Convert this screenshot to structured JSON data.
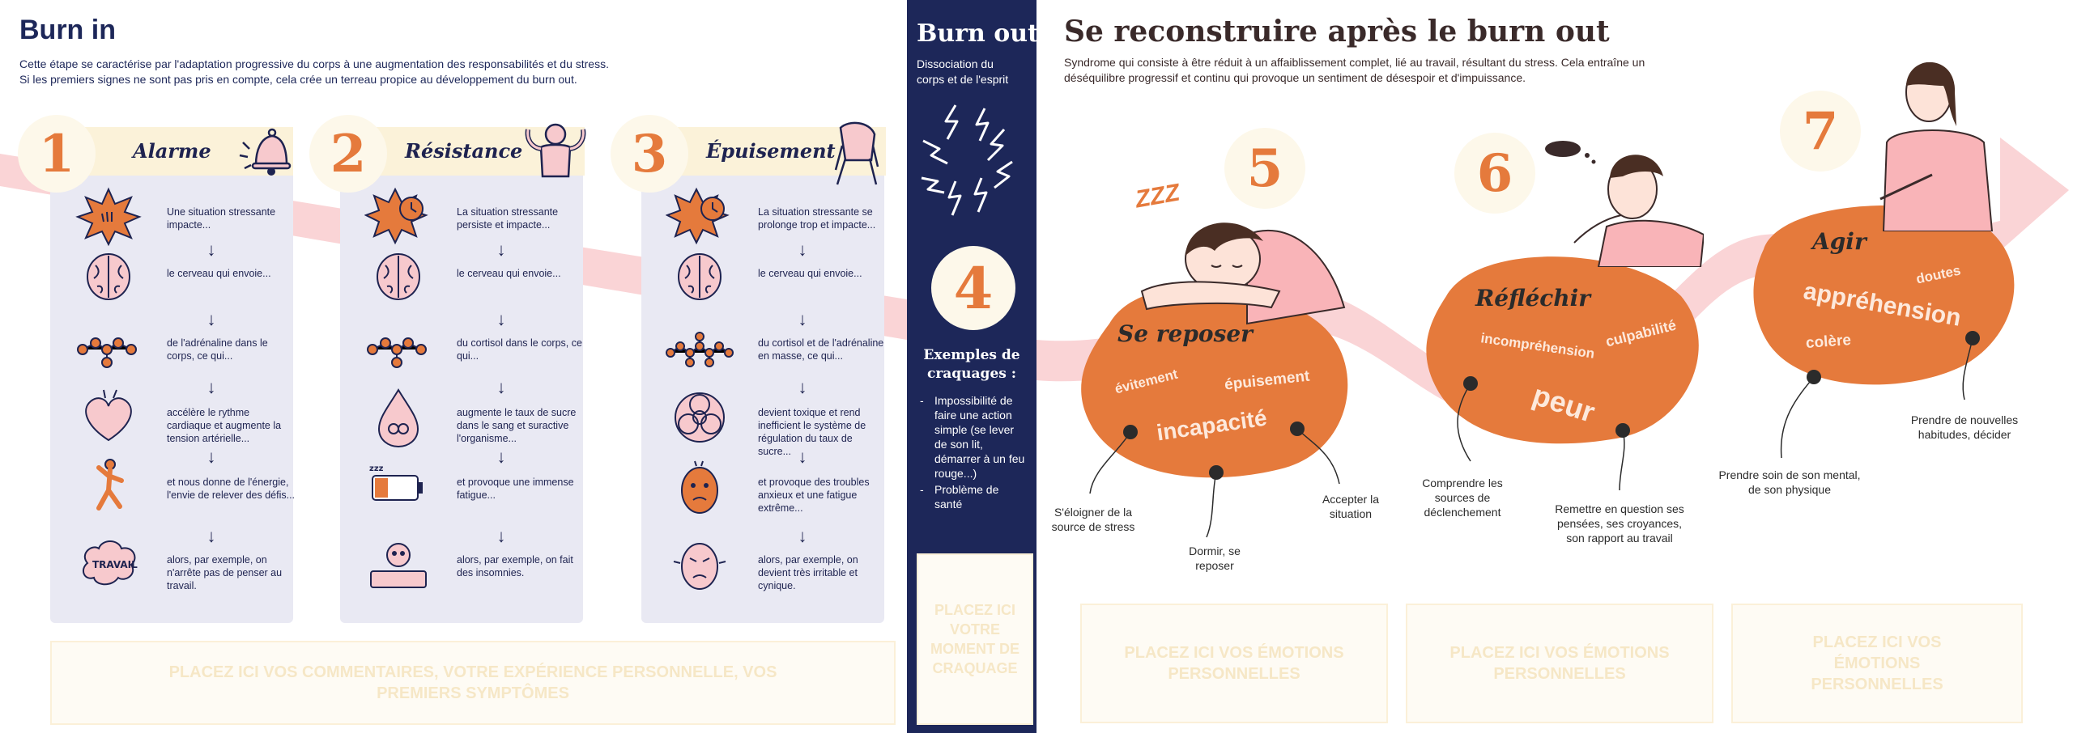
{
  "left": {
    "title": "Burn in",
    "subtitle_line1": "Cette étape se caractérise par l'adaptation progressive du corps à une augmentation des responsabilités et du stress.",
    "subtitle_line2": "Si les premiers signes ne sont pas pris en compte, cela crée un terreau propice au développement du burn out.",
    "phases": [
      {
        "number": "1",
        "title": "Alarme",
        "icon": "bell-icon",
        "steps": [
          {
            "icon": "stress-burst-icon",
            "text": "Une situation stressante impacte..."
          },
          {
            "icon": "brain-icon",
            "text": "le cerveau qui envoie..."
          },
          {
            "icon": "molecule-icon",
            "text": "de l'adrénaline dans le corps, ce qui..."
          },
          {
            "icon": "heart-icon",
            "text": "accélère le rythme cardiaque et augmente la tension artérielle..."
          },
          {
            "icon": "energetic-person-icon",
            "text": "et nous donne de l'énergie, l'envie de relever des défis..."
          },
          {
            "icon": "work-thought-icon",
            "text": "alors, par exemple, on n'arrête pas de penser au travail."
          }
        ]
      },
      {
        "number": "2",
        "title": "Résistance",
        "icon": "strong-person-icon",
        "steps": [
          {
            "icon": "stress-clock-icon",
            "text": "La situation stressante persiste et impacte..."
          },
          {
            "icon": "brain-icon",
            "text": "le cerveau qui envoie..."
          },
          {
            "icon": "molecule-icon",
            "text": "du cortisol dans le corps, ce qui..."
          },
          {
            "icon": "blood-drop-icon",
            "text": "augmente le taux de sucre dans le sang et suractive l'organisme..."
          },
          {
            "icon": "low-battery-icon",
            "text": "et provoque une immense fatigue..."
          },
          {
            "icon": "insomnia-icon",
            "text": "alors, par exemple, on fait des insomnies."
          }
        ]
      },
      {
        "number": "3",
        "title": "Épuisement",
        "icon": "exhausted-person-icon",
        "steps": [
          {
            "icon": "stress-clock-icon",
            "text": "La situation stressante se prolonge trop et impacte..."
          },
          {
            "icon": "brain-icon",
            "text": "le cerveau qui envoie..."
          },
          {
            "icon": "molecule-chain-icon",
            "text": "du cortisol et de l'adrénaline en masse, ce qui..."
          },
          {
            "icon": "biohazard-icon",
            "text": "devient toxique et rend inefficient le système de régulation du taux de sucre..."
          },
          {
            "icon": "anxious-face-icon",
            "text": "et provoque des troubles anxieux et une fatigue extrême..."
          },
          {
            "icon": "angry-face-icon",
            "text": "alors, par exemple, on devient très irritable et cynique."
          }
        ]
      }
    ],
    "comment_box": "PLACEZ ICI VOS COMMENTAIRES, VOTRE EXPÉRIENCE PERSONNELLE, VOS PREMIERS SYMPTÔMES"
  },
  "middle": {
    "title": "Burn out",
    "subtitle": "Dissociation du corps et de l'esprit",
    "number": "4",
    "examples_title": "Exemples de craquages :",
    "examples": [
      "Impossibilité de faire une action simple (se lever de son lit, démarrer à un feu rouge...)",
      "Problème de santé"
    ],
    "moment_box": "PLACEZ ICI VOTRE MOMENT DE CRAQUAGE"
  },
  "right": {
    "title": "Se reconstruire après le burn out",
    "subtitle": "Syndrome qui consiste à être réduit à un affaiblissement complet, lié au travail, résultant du stress. Cela entraîne un déséquilibre progressif et continu qui provoque un sentiment de désespoir et d'impuissance.",
    "sleep_mark": "ZZZ",
    "stages": [
      {
        "number": "5",
        "title": "Se reposer",
        "emotions": [
          "évitement",
          "épuisement",
          "incapacité"
        ],
        "actions": [
          "S'éloigner de la source de stress",
          "Dormir, se reposer",
          "Accepter la situation"
        ]
      },
      {
        "number": "6",
        "title": "Réfléchir",
        "emotions": [
          "incompréhension",
          "culpabilité",
          "peur"
        ],
        "actions": [
          "Comprendre les sources de déclenchement",
          "Remettre en question ses pensées, ses croyances, son rapport au travail"
        ]
      },
      {
        "number": "7",
        "title": "Agir",
        "emotions": [
          "doutes",
          "appréhension",
          "colère"
        ],
        "actions": [
          "Prendre soin de son mental, de son physique",
          "Prendre de nouvelles habitudes, décider"
        ]
      }
    ],
    "emotions_box": "PLACEZ ICI VOS ÉMOTIONS PERSONNELLES"
  },
  "colors": {
    "navy": "#1d2759",
    "orange": "#e57a3c",
    "pink_band": "#fad4d6",
    "cream": "#fdf8ea",
    "column_bg": "#e9e9f3"
  }
}
